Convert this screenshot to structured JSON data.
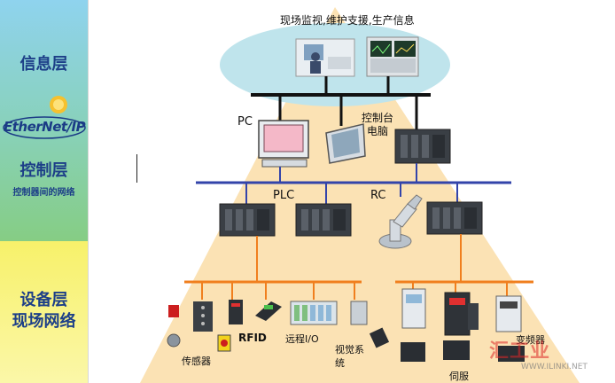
{
  "sidebar": {
    "info_layer": "信息层",
    "ethernet_logo": "EtherNet/IP",
    "control_layer": "控制层",
    "control_network": "控制器间的网络",
    "device_layer": "设备层",
    "field_network": "现场网络"
  },
  "top": {
    "title": "现场监视,维护支援,生产信息"
  },
  "labels": {
    "pc": "PC",
    "control_console_1": "控制台",
    "control_console_2": "电脑",
    "plc": "PLC",
    "rc": "RC",
    "rfid": "RFID",
    "sensor": "传感器",
    "remote_io": "远程I/O",
    "vision_1": "视觉系",
    "vision_2": "统",
    "servo": "伺服",
    "inverter": "变频器"
  },
  "watermark": {
    "text": "汇工业",
    "url": "WWW.ILINKI.NET"
  },
  "colors": {
    "bus_black": "#111111",
    "bus_blue": "#3344aa",
    "bus_orange": "#f07f1e",
    "pyramid": "#fbe2b4",
    "ellipse": "#bfe4ec",
    "device_dark": "#3a3f45"
  }
}
